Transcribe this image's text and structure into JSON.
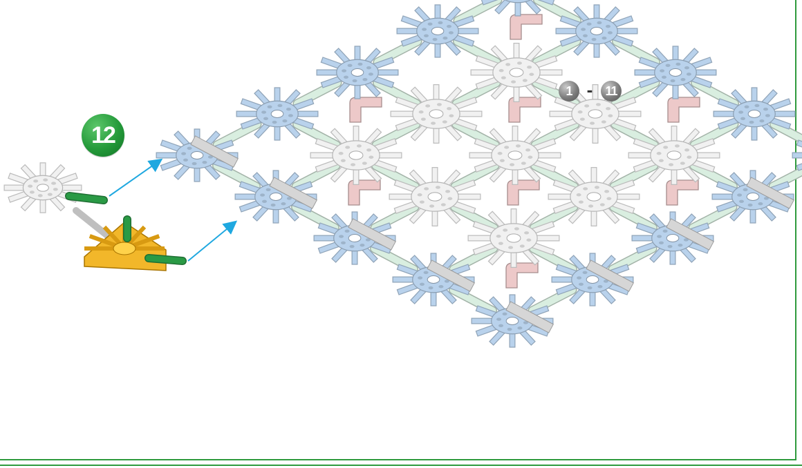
{
  "step": {
    "label": "12",
    "color": "#249a3a"
  },
  "range": {
    "start": "1",
    "separator": "-",
    "end": "11"
  },
  "colors": {
    "blue_connector": "#b9d2ec",
    "white_connector": "#f1f1f1",
    "pink_corner": "#edc9c9",
    "mint_rod": "#d9eee0",
    "gray_clip": "#d6d6d6",
    "yellow_connector": "#f2b72a",
    "green_rod": "#2a9a45",
    "arrow": "#1fa8e0",
    "frame": "#2e9a3c"
  },
  "icons": [
    "snowflake-connector-icon",
    "half-connector-icon",
    "corner-connector-icon",
    "rod-icon",
    "arrow-icon"
  ]
}
